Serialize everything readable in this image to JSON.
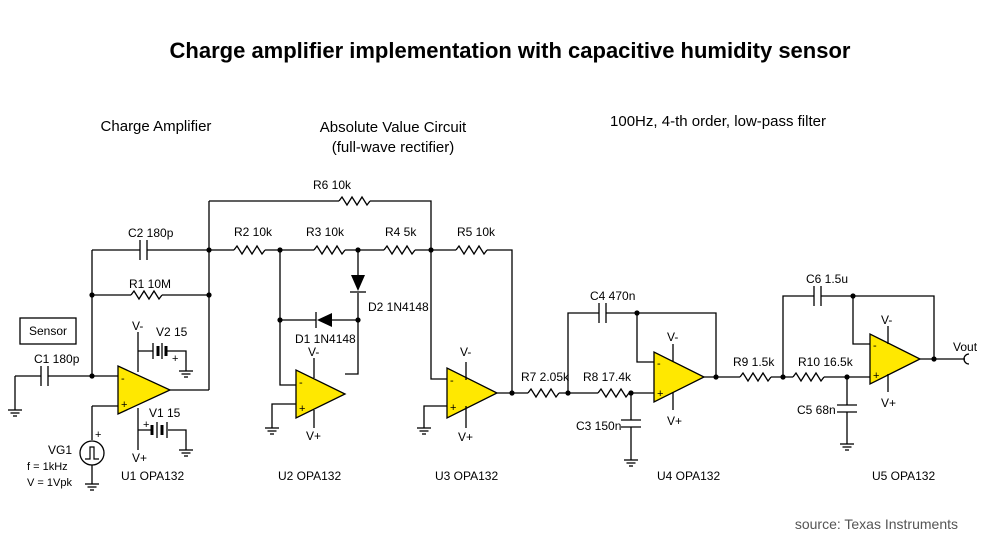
{
  "title": "Charge amplifier implementation with capacitive humidity sensor",
  "sections": {
    "charge_amp": "Charge Amplifier",
    "abs_line1": "Absolute Value Circuit",
    "abs_line2": "(full-wave rectifier)",
    "filter": "100Hz, 4-th order, low-pass filter"
  },
  "components": {
    "c1": "C1 180p",
    "c2": "C2 180p",
    "r1": "R1 10M",
    "v2": "V2 15",
    "v1": "V1 15",
    "vg1": "VG1",
    "vg1_freq": "f = 1kHz",
    "vg1_amp": "V = 1Vpk",
    "u1": "U1 OPA132",
    "r2": "R2 10k",
    "r3": "R3 10k",
    "r4": "R4 5k",
    "r5": "R5 10k",
    "r6": "R6 10k",
    "d1": "D1 1N4148",
    "d2": "D2 1N4148",
    "u2": "U2 OPA132",
    "u3": "U3 OPA132",
    "r7": "R7 2.05k",
    "r8": "R8 17.4k",
    "c3": "C3 150n",
    "c4": "C4 470n",
    "u4": "U4 OPA132",
    "r9": "R9 1.5k",
    "r10": "R10 16.5k",
    "c5": "C5 68n",
    "c6": "C6 1.5u",
    "u5": "U5 OPA132"
  },
  "sensor_label": "Sensor",
  "vout_label": "Vout",
  "supply": {
    "neg": "V-",
    "pos": "V+",
    "minus": "-",
    "plus": "+"
  },
  "source": "source: Texas Instruments"
}
